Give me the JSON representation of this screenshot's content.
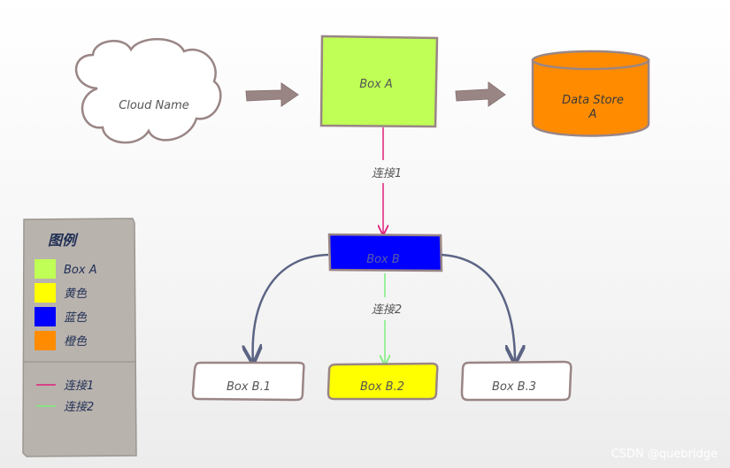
{
  "nodes": {
    "cloud": {
      "label": "Cloud Name"
    },
    "box_a": {
      "label": "Box A",
      "color": "#c0ff55"
    },
    "data_store": {
      "label_line1": "Data Store",
      "label_line2": "A",
      "color": "#ff8c00"
    },
    "box_b": {
      "label": "Box B",
      "color": "#0000ff"
    },
    "box_b1": {
      "label": "Box B.1"
    },
    "box_b2": {
      "label": "Box B.2",
      "color": "#ffff00"
    },
    "box_b3": {
      "label": "Box B.3"
    }
  },
  "edges": {
    "link1": {
      "label": "连接1",
      "color": "#e0207a"
    },
    "link2": {
      "label": "连接2",
      "color": "#7cf07c"
    },
    "flow_arrow_color": "#9a8585",
    "curve_color": "#5c6484"
  },
  "legend": {
    "title": "图例",
    "items": [
      {
        "label": "Box A",
        "color": "#c0ff55"
      },
      {
        "label": "黄色",
        "color": "#ffff00"
      },
      {
        "label": "蓝色",
        "color": "#0000ff"
      },
      {
        "label": "橙色",
        "color": "#ff8c00"
      }
    ],
    "lines": [
      {
        "label": "连接1",
        "color": "#e0207a"
      },
      {
        "label": "连接2",
        "color": "#7cf07c"
      }
    ]
  },
  "watermark": "CSDN @quebridge"
}
